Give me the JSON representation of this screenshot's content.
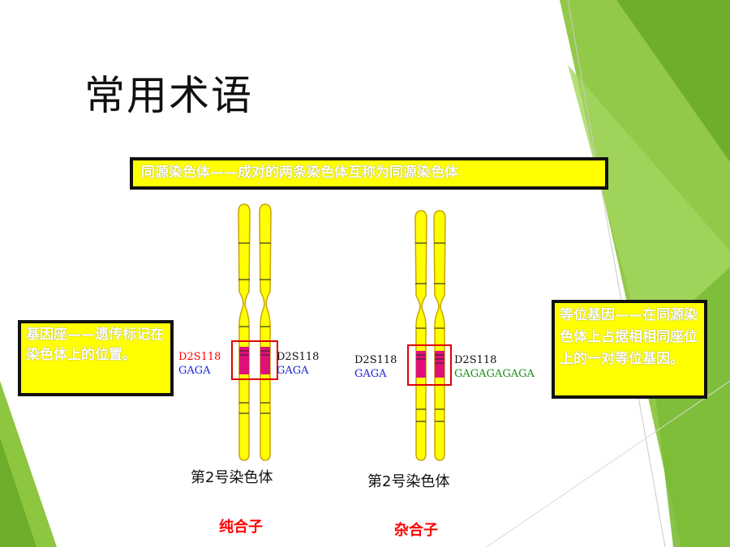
{
  "slide": {
    "title": "常用术语",
    "definition_top": "同源染色体——成对的两条染色体互称为同源染色体",
    "definition_left": "基因座——遗传标记在染色体上的位置。",
    "definition_right": "等位基因——在同源染色体上占据相相同座位上的一对等位基因。"
  },
  "homozygous": {
    "left_marker": "D2S118",
    "left_allele": "GAGA",
    "right_marker": "D2S118",
    "right_allele": "GAGA",
    "caption": "第2号染色体",
    "type_label": "纯合子"
  },
  "heterozygous": {
    "left_marker": "D2S118",
    "left_allele": "GAGA",
    "right_marker": "D2S118",
    "right_allele": "GAGAGAGAGA",
    "caption": "第2号染色体",
    "type_label": "杂合子"
  },
  "colors": {
    "box_fill": "#ffff00",
    "chromosome": "#ffff00",
    "locus_band": "#e0107a",
    "locus_frame": "#e00000",
    "deco_green": "#8dc63f"
  }
}
